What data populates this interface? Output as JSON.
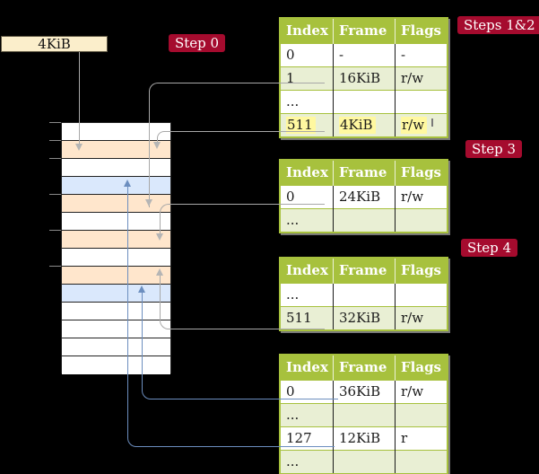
{
  "frame_label": {
    "text": "4KiB"
  },
  "badges": [
    {
      "id": "step0",
      "label": "Step 0"
    },
    {
      "id": "steps12",
      "label": "Steps 1&2"
    },
    {
      "id": "step3",
      "label": "Step 3"
    },
    {
      "id": "step4",
      "label": "Step 4"
    }
  ],
  "memory": {
    "description": "physical-memory-frames-column",
    "rows": [
      {
        "color": "white"
      },
      {
        "color": "peach"
      },
      {
        "color": "white"
      },
      {
        "color": "blue"
      },
      {
        "color": "peach"
      },
      {
        "color": "white"
      },
      {
        "color": "peach"
      },
      {
        "color": "white"
      },
      {
        "color": "peach"
      },
      {
        "color": "blue"
      },
      {
        "color": "white"
      },
      {
        "color": "white"
      },
      {
        "color": "white"
      },
      {
        "color": "white"
      }
    ]
  },
  "page_tables": [
    {
      "id": "table-steps-1-2",
      "headers": [
        "Index",
        "Frame",
        "Flags"
      ],
      "rows": [
        {
          "cells": [
            "0",
            "-",
            "-"
          ],
          "shade": false,
          "highlight": false
        },
        {
          "cells": [
            "1",
            "16KiB",
            "r/w"
          ],
          "shade": true,
          "highlight": false
        },
        {
          "cells": [
            "...",
            "",
            ""
          ],
          "shade": false,
          "highlight": false
        },
        {
          "cells": [
            "511",
            "4KiB",
            "r/w"
          ],
          "shade": true,
          "highlight": true
        }
      ]
    },
    {
      "id": "table-step-3",
      "headers": [
        "Index",
        "Frame",
        "Flags"
      ],
      "rows": [
        {
          "cells": [
            "0",
            "24KiB",
            "r/w"
          ],
          "shade": false,
          "highlight": false
        },
        {
          "cells": [
            "...",
            "",
            ""
          ],
          "shade": true,
          "highlight": false
        }
      ]
    },
    {
      "id": "table-step-4",
      "headers": [
        "Index",
        "Frame",
        "Flags"
      ],
      "rows": [
        {
          "cells": [
            "...",
            "",
            ""
          ],
          "shade": false,
          "highlight": false
        },
        {
          "cells": [
            "511",
            "32KiB",
            "r/w"
          ],
          "shade": true,
          "highlight": false
        }
      ]
    },
    {
      "id": "table-final",
      "headers": [
        "Index",
        "Frame",
        "Flags"
      ],
      "rows": [
        {
          "cells": [
            "0",
            "36KiB",
            "r/w"
          ],
          "shade": false,
          "highlight": false
        },
        {
          "cells": [
            "...",
            "",
            ""
          ],
          "shade": true,
          "highlight": false
        },
        {
          "cells": [
            "127",
            "12KiB",
            "r"
          ],
          "shade": false,
          "highlight": false
        },
        {
          "cells": [
            "...",
            "",
            ""
          ],
          "shade": true,
          "highlight": false
        }
      ]
    }
  ],
  "arrows": [
    {
      "id": "A",
      "from": "frame-label-4KiB",
      "to": "memory-frame-4KiB",
      "color": "gray"
    },
    {
      "id": "B",
      "from": "table1-row-1-16KiB",
      "to": "memory-frame-16KiB",
      "color": "gray"
    },
    {
      "id": "C",
      "from": "table1-row-511-4KiB",
      "to": "memory-frame-4KiB",
      "color": "gray"
    },
    {
      "id": "D",
      "from": "table2-row-0-24KiB",
      "to": "memory-frame-24KiB",
      "color": "gray"
    },
    {
      "id": "E",
      "from": "table3-row-511-32KiB",
      "to": "memory-frame-32KiB",
      "color": "gray"
    },
    {
      "id": "F",
      "from": "table4-row-0-36KiB",
      "to": "memory-frame-36KiB",
      "color": "blue"
    },
    {
      "id": "G",
      "from": "table4-row-127-12KiB",
      "to": "memory-frame-12KiB",
      "color": "blue"
    }
  ],
  "colors": {
    "table_header_green": "#A7C13D",
    "table_row_green": "#E9EFD4",
    "memory_pagetable_peach": "#FFE6CC",
    "memory_data_blue": "#DAE8FC",
    "label_cream": "#FBEECB",
    "badge_crimson": "#A50B2E",
    "highlight_yellow": "#FFF8A0",
    "connector_gray": "#A8A8A8",
    "connector_blue": "#6C8EBF"
  }
}
